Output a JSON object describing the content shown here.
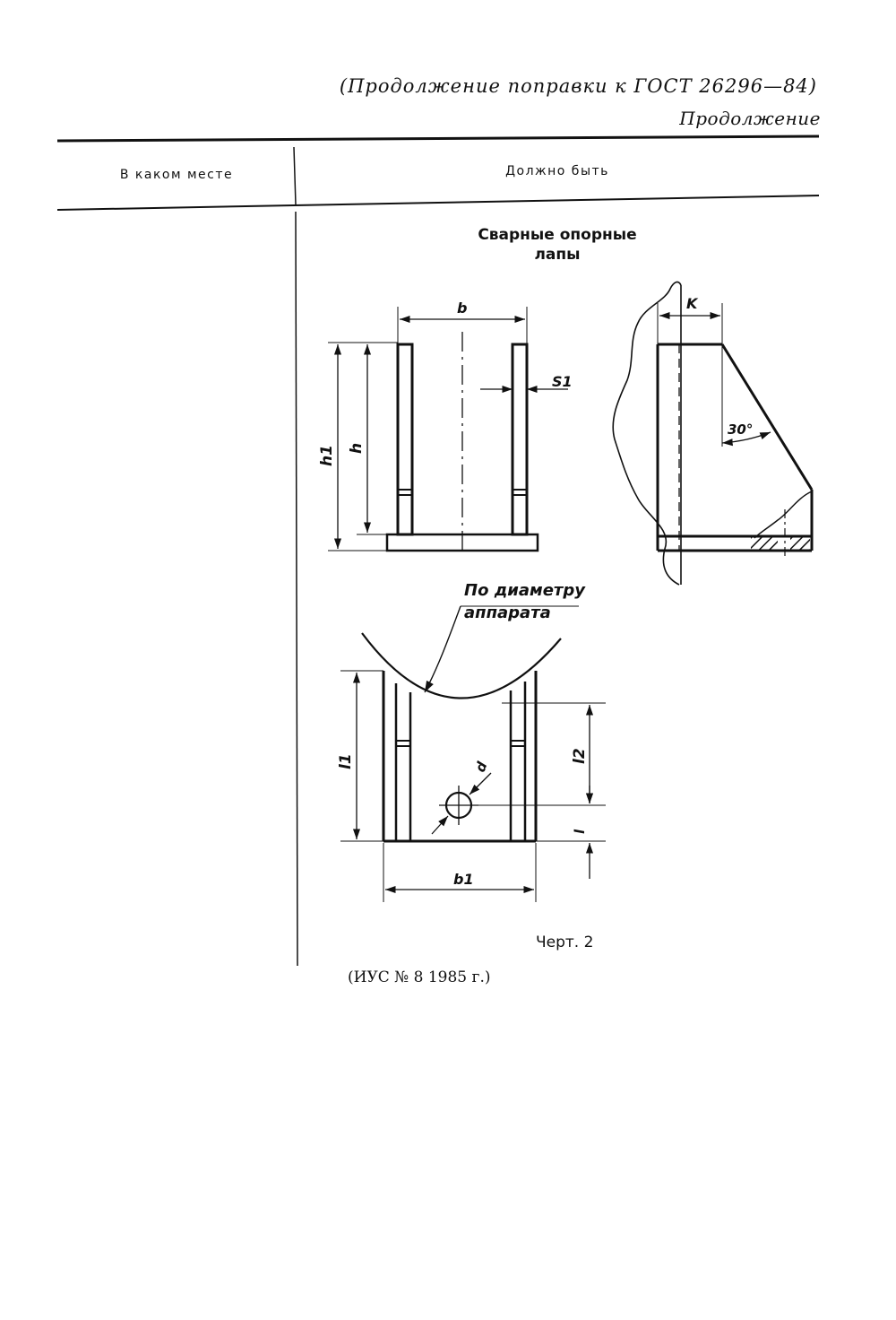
{
  "header": {
    "title": "(Продолжение поправки к ГОСТ 26296—84)",
    "continuation": "Продолжение"
  },
  "table": {
    "col_left_header": "В каком месте",
    "col_right_header": "Должно быть"
  },
  "section": {
    "title_line1": "Сварные опорные",
    "title_line2": "лапы"
  },
  "drawing_labels": {
    "b": "b",
    "s1": "S1",
    "h1": "h1",
    "h": "h",
    "k": "K",
    "angle": "30°",
    "note_line1": "По диаметру",
    "note_line2": "аппарата",
    "l1": "l1",
    "l2": "l2",
    "l": "l",
    "d": "d",
    "b1": "b1"
  },
  "figure_caption": "Черт. 2",
  "footer_note": "(ИУС № 8 1985 г.)"
}
